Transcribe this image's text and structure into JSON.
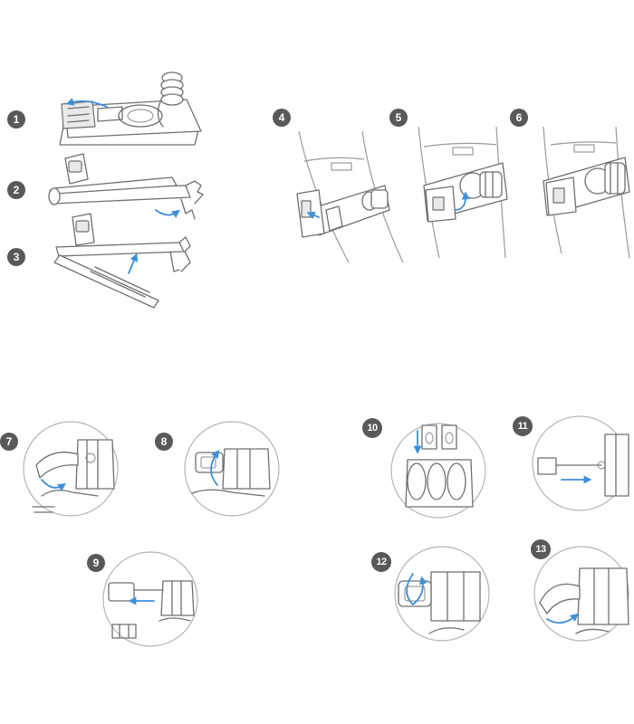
{
  "colors": {
    "accent_arrow": "#3e8fd8",
    "badge_bg": "#595959",
    "badge_text": "#ffffff",
    "line": "#6f6f6f",
    "background": "#ffffff"
  },
  "steps": [
    {
      "number": "1"
    },
    {
      "number": "2"
    },
    {
      "number": "3"
    },
    {
      "number": "4"
    },
    {
      "number": "5"
    },
    {
      "number": "6"
    },
    {
      "number": "7"
    },
    {
      "number": "8"
    },
    {
      "number": "9"
    },
    {
      "number": "10"
    },
    {
      "number": "11"
    },
    {
      "number": "12"
    },
    {
      "number": "13"
    }
  ]
}
